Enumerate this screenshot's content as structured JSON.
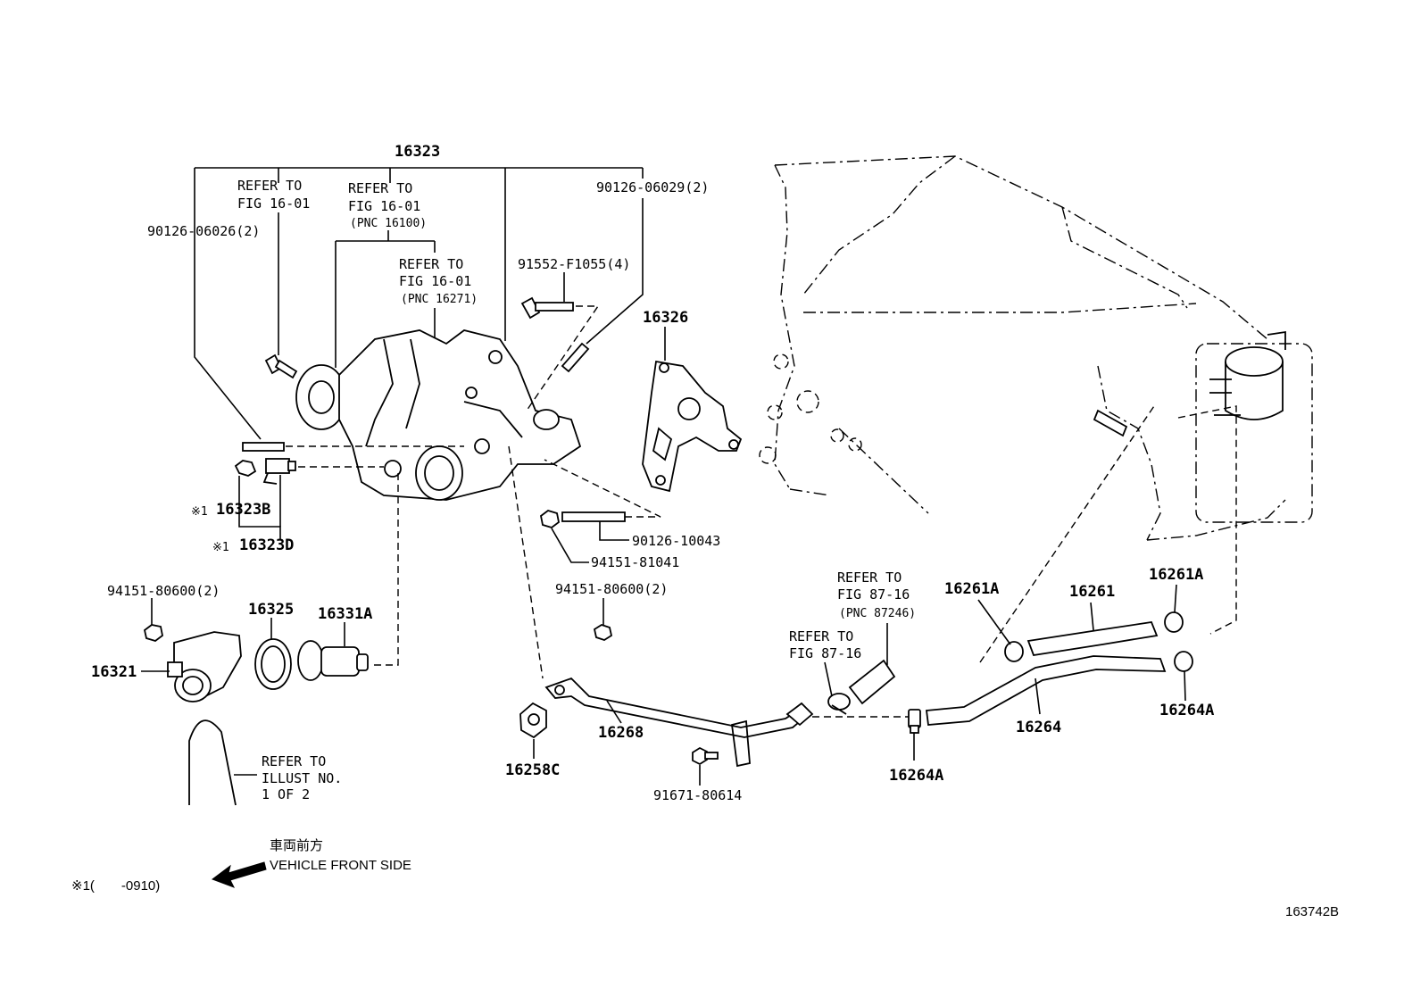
{
  "labels": {
    "p16323": "16323",
    "refer1_l1": "REFER TO",
    "refer1_l2": "FIG 16-01",
    "refer2_l1": "REFER TO",
    "refer2_l2": "FIG 16-01",
    "refer2_l3": "(PNC 16100)",
    "refer3_l1": "REFER TO",
    "refer3_l2": "FIG 16-01",
    "refer3_l3": "(PNC 16271)",
    "p90126_06026": "90126-06026(2)",
    "p90126_06029": "90126-06029(2)",
    "p91552": "91552-F1055(4)",
    "p16326": "16326",
    "p16323B_mark": "※1",
    "p16323B": "16323B",
    "p16323D_mark": "※1",
    "p16323D": "16323D",
    "p90126_10043": "90126-10043",
    "p94151_81041": "94151-81041",
    "p94151_80600a": "94151-80600(2)",
    "p94151_80600b": "94151-80600(2)",
    "p16325": "16325",
    "p16331A": "16331A",
    "p16321": "16321",
    "p16268": "16268",
    "p16258C": "16258C",
    "p91671": "91671-80614",
    "refer4_l1": "REFER TO",
    "refer4_l2": "FIG 87-16",
    "refer4_l3": "(PNC 87246)",
    "refer5_l1": "REFER TO",
    "refer5_l2": "FIG 87-16",
    "p16261A_a": "16261A",
    "p16261": "16261",
    "p16261A_b": "16261A",
    "p16264": "16264",
    "p16264A_a": "16264A",
    "p16264A_b": "16264A",
    "refer6_l1": "REFER TO",
    "refer6_l2": "ILLUST NO.",
    "refer6_l3": "1 OF 2",
    "front_jp": "車両前方",
    "front_en": "VEHICLE FRONT SIDE",
    "footnote": "※1(　　-0910)",
    "fig_id": "163742B"
  }
}
